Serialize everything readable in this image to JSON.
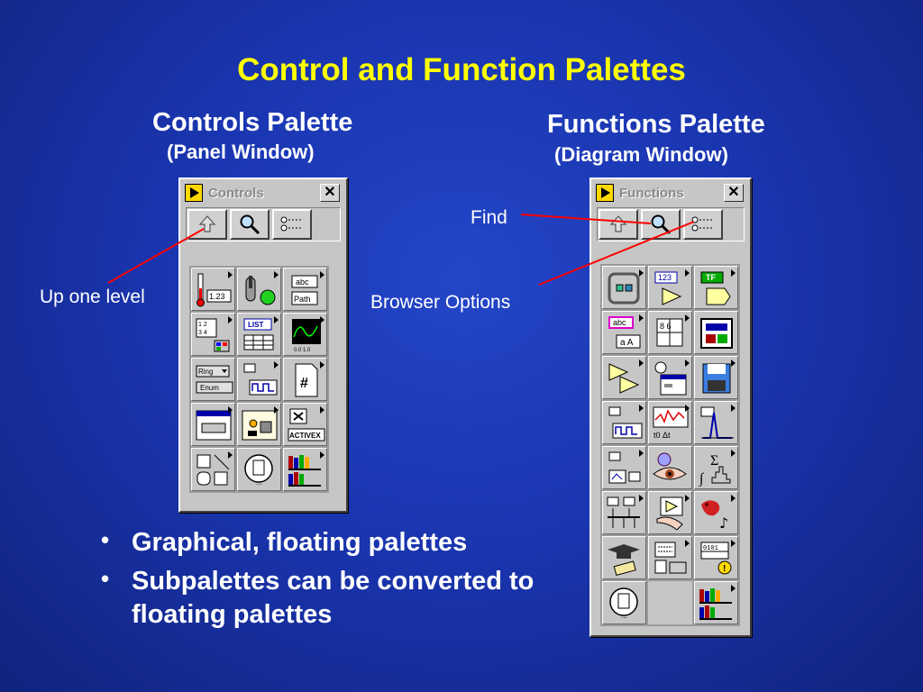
{
  "slide_title": "Control and Function Palettes",
  "left_header": {
    "title": "Controls Palette",
    "subtitle": "(Panel Window)"
  },
  "right_header": {
    "title": "Functions Palette",
    "subtitle": "(Diagram Window)"
  },
  "callouts": {
    "up_one_level": "Up one level",
    "find": "Find",
    "browser_options": "Browser Options"
  },
  "controls_palette": {
    "title": "Controls",
    "close_glyph": "✕",
    "toolbar": [
      "up-arrow-icon",
      "magnifier-icon",
      "browser-options-icon"
    ],
    "cells": [
      {
        "icon": "numeric-controls-icon",
        "text": "1.23"
      },
      {
        "icon": "boolean-controls-icon",
        "text": ""
      },
      {
        "icon": "string-path-icon",
        "text": "abc"
      },
      {
        "icon": "array-cluster-icon",
        "text": "1 2 3 4"
      },
      {
        "icon": "list-table-icon",
        "text": "LIST"
      },
      {
        "icon": "graph-icon",
        "text": "0.0 1.0"
      },
      {
        "icon": "ring-enum-icon",
        "text": "Ring"
      },
      {
        "icon": "io-icon",
        "text": ""
      },
      {
        "icon": "refnum-icon",
        "text": "#"
      },
      {
        "icon": "dialog-controls-icon",
        "text": ""
      },
      {
        "icon": "classic-controls-icon",
        "text": ""
      },
      {
        "icon": "activex-icon",
        "text": "ACTIVEX"
      },
      {
        "icon": "decorations-icon",
        "text": ""
      },
      {
        "icon": "select-control-icon",
        "text": ""
      },
      {
        "icon": "user-libraries-icon",
        "text": ""
      }
    ]
  },
  "functions_palette": {
    "title": "Functions",
    "close_glyph": "✕",
    "toolbar": [
      "up-arrow-icon",
      "magnifier-icon",
      "browser-options-icon"
    ],
    "cells": [
      {
        "icon": "structures-icon",
        "text": ""
      },
      {
        "icon": "numeric-icon",
        "text": "123"
      },
      {
        "icon": "boolean-icon",
        "text": "TF"
      },
      {
        "icon": "string-icon",
        "text": "abc"
      },
      {
        "icon": "array-icon",
        "text": "8 6"
      },
      {
        "icon": "cluster-icon",
        "text": ""
      },
      {
        "icon": "comparison-icon",
        "text": ""
      },
      {
        "icon": "time-dialog-icon",
        "text": ""
      },
      {
        "icon": "file-io-icon",
        "text": ""
      },
      {
        "icon": "data-acquisition-icon",
        "text": ""
      },
      {
        "icon": "waveform-icon",
        "text": "t0 Δt"
      },
      {
        "icon": "analyze-icon",
        "text": ""
      },
      {
        "icon": "instrument-io-icon",
        "text": ""
      },
      {
        "icon": "motion-vision-icon",
        "text": ""
      },
      {
        "icon": "mathematics-icon",
        "text": "Σ"
      },
      {
        "icon": "communication-icon",
        "text": ""
      },
      {
        "icon": "application-control-icon",
        "text": ""
      },
      {
        "icon": "graphics-sound-icon",
        "text": ""
      },
      {
        "icon": "tutorial-icon",
        "text": ""
      },
      {
        "icon": "report-generation-icon",
        "text": ""
      },
      {
        "icon": "advanced-icon",
        "text": "0101"
      },
      {
        "icon": "select-vi-icon",
        "text": ""
      },
      {
        "icon": "empty",
        "text": ""
      },
      {
        "icon": "user-libraries-icon",
        "text": ""
      }
    ]
  },
  "bullets": [
    "Graphical, floating palettes",
    "Subpalettes can be converted to floating palettes"
  ],
  "colors": {
    "title": "#ffff00",
    "text": "#ffffff",
    "arrow": "#ff0000",
    "background": "#1e3cbe"
  }
}
